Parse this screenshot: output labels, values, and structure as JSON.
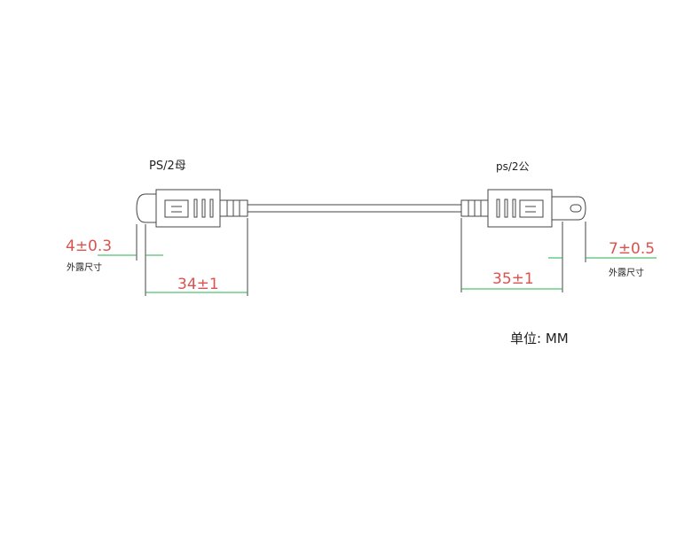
{
  "left_connector": {
    "label": "PS/2母",
    "exposed_dim": "4±0.3",
    "exposed_note": "外露尺寸",
    "length_dim": "34±1"
  },
  "right_connector": {
    "label": "ps/2公",
    "exposed_dim": "7±0.5",
    "exposed_note": "外露尺寸",
    "length_dim": "35±1"
  },
  "unit_label": "单位: MM",
  "colors": {
    "outline": "#444444",
    "dimension_line": "#22b14c",
    "dimension_text": "#d9534f"
  }
}
